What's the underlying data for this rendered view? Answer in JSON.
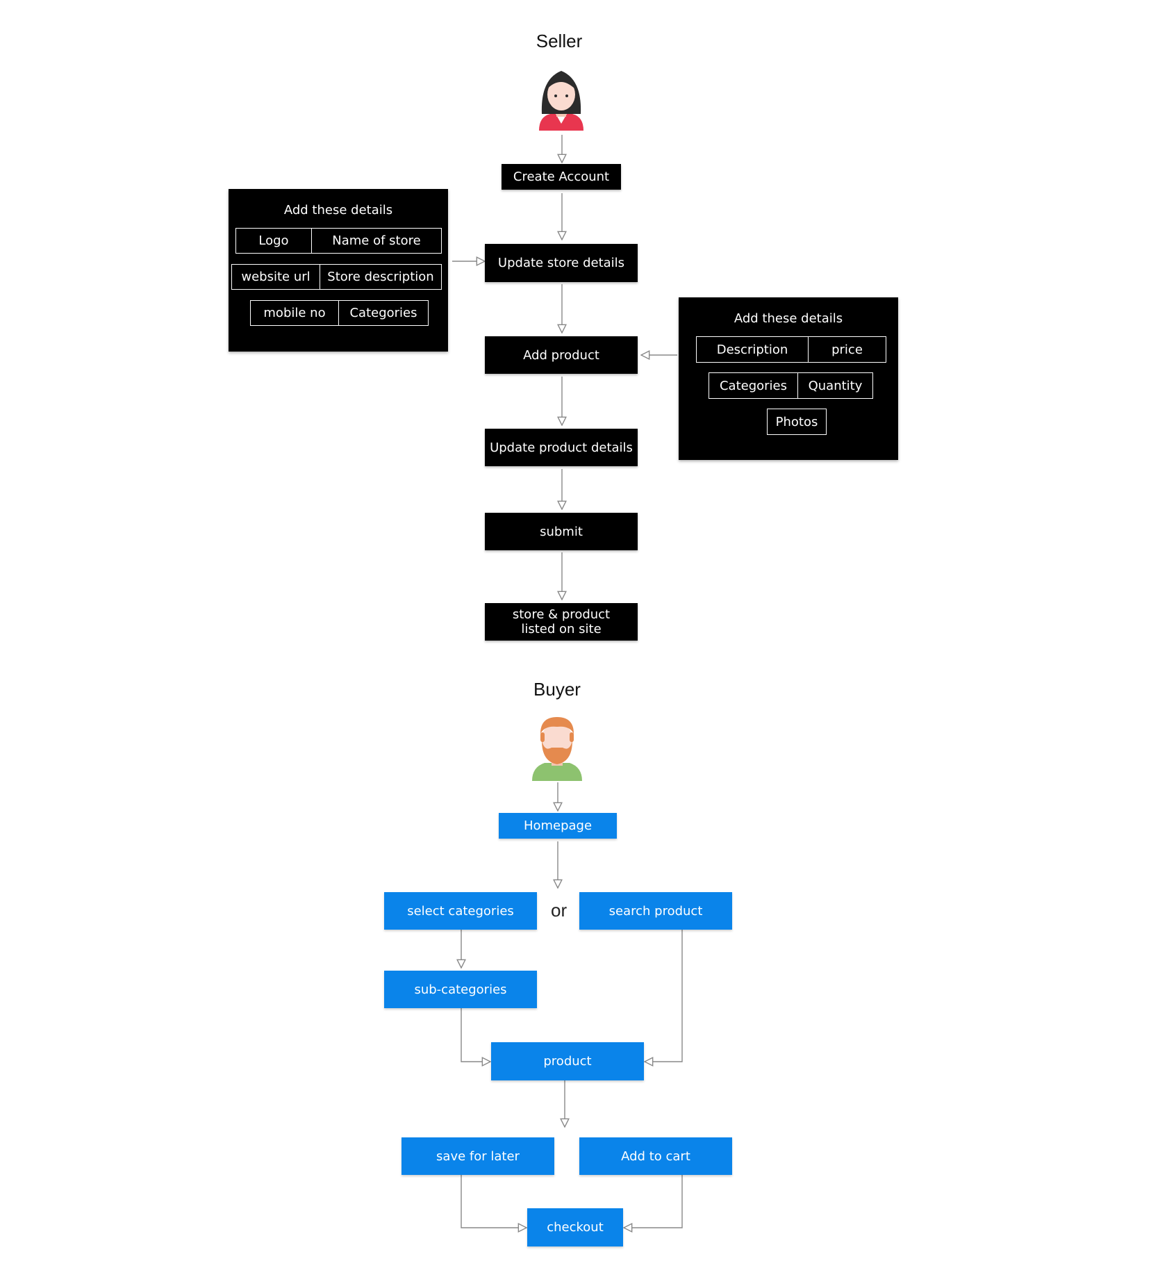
{
  "seller": {
    "heading": "Seller",
    "avatar_icon": "woman-avatar-icon",
    "create_account": "Create Account",
    "update_store_details": "Update store details",
    "add_product": "Add product",
    "update_product_details": "Update product details",
    "submit": "submit",
    "listed_line1": "store & product",
    "listed_line2": "listed on site",
    "store_panel": {
      "title": "Add these details",
      "fields": [
        "Logo",
        "Name of store",
        "website url",
        "Store description",
        "mobile no",
        "Categories"
      ]
    },
    "product_panel": {
      "title": "Add these details",
      "fields": [
        "Description",
        "price",
        "Categories",
        "Quantity",
        "Photos"
      ]
    }
  },
  "buyer": {
    "heading": "Buyer",
    "avatar_icon": "bearded-man-avatar-icon",
    "homepage": "Homepage",
    "select_categories": "select categories",
    "or_label": "or",
    "search_product": "search product",
    "sub_categories": "sub-categories",
    "product": "product",
    "save_for_later": "save for later",
    "add_to_cart": "Add to cart",
    "checkout": "checkout"
  },
  "colors": {
    "seller_box": "#000000",
    "buyer_box": "#0a84ea",
    "connector": "#888888",
    "seller_shirt": "#e8364f",
    "buyer_shirt": "#8dc26f",
    "buyer_hair": "#e58a4e"
  }
}
